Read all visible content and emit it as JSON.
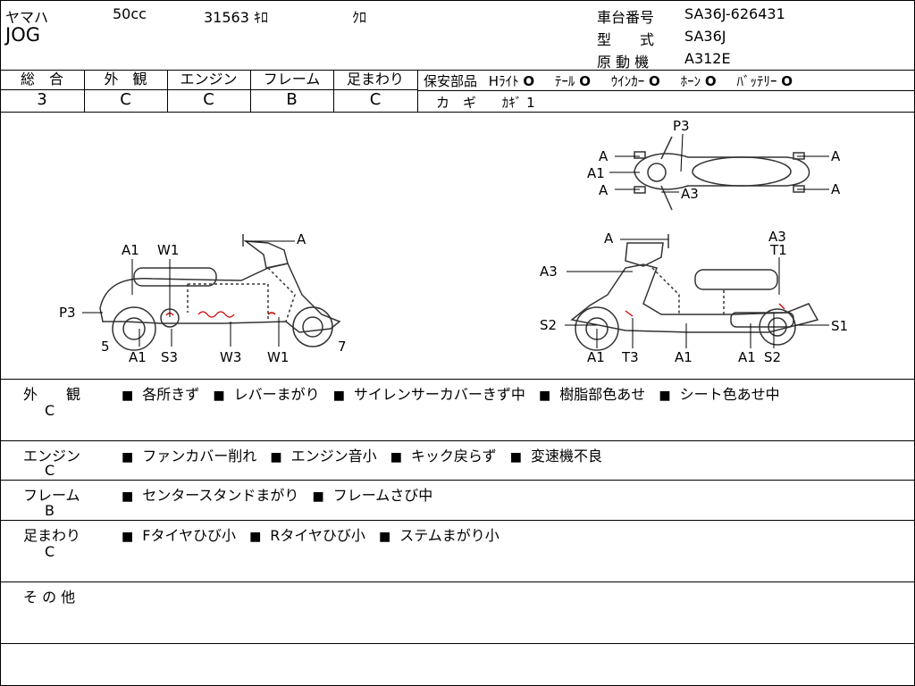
{
  "header": {
    "maker": "ヤマハ",
    "displacement": "50cc",
    "mileage": "31563 ｷﾛ",
    "color": "ｸﾛ",
    "model_name": "JOG",
    "frame_no_label": "車台番号",
    "frame_no": "SA36J-626431",
    "type_label": "型　　式",
    "type_value": "SA36J",
    "engine_label": "原 動 機",
    "engine_value": "A312E"
  },
  "grades": {
    "overall": {
      "label": "総　合",
      "value": "3"
    },
    "exterior": {
      "label": "外　観",
      "value": "C"
    },
    "engine": {
      "label": "エンジン",
      "value": "C"
    },
    "frame": {
      "label": "フレーム",
      "value": "B"
    },
    "suspension": {
      "label": "足まわり",
      "value": "C"
    }
  },
  "safety": {
    "label": "保安部品",
    "items": [
      {
        "name": "Hﾗｲﾄ",
        "mark": "O"
      },
      {
        "name": "ﾃｰﾙ",
        "mark": "O"
      },
      {
        "name": "ｳｲﾝｶｰ",
        "mark": "O"
      },
      {
        "name": "ﾎｰﾝ",
        "mark": "O"
      },
      {
        "name": "ﾊﾞｯﾃﾘｰ",
        "mark": "O"
      }
    ],
    "key_label": "カ　ギ",
    "key_value": "ｶｷﾞ 1"
  },
  "diagram_labels": {
    "left": [
      "A",
      "A1",
      "W1",
      "P3",
      "5",
      "A1",
      "S3",
      "W3",
      "W1",
      "7"
    ],
    "top": [
      "P3",
      "A",
      "A1",
      "A",
      "A3",
      "A",
      "A"
    ],
    "right": [
      "A",
      "A3",
      "T1",
      "A3",
      "S2",
      "S1",
      "A1",
      "T3",
      "A1",
      "A1",
      "S2"
    ]
  },
  "sections": [
    {
      "title": "外　　観",
      "grade": "C",
      "items": [
        "各所きず",
        "レバーまがり",
        "サイレンサーカバーきず中",
        "樹脂部色あせ",
        "シート色あせ中"
      ]
    },
    {
      "title": "エンジン",
      "grade": "C",
      "items": [
        "ファンカバー削れ",
        "エンジン音小",
        "キック戻らず",
        "変速機不良"
      ]
    },
    {
      "title": "フレーム",
      "grade": "B",
      "items": [
        "センタースタンドまがり",
        "フレームさび中"
      ]
    },
    {
      "title": "足まわり",
      "grade": "C",
      "items": [
        "Fタイヤひび小",
        "Rタイヤひび小",
        "ステムまがり小"
      ]
    },
    {
      "title": "そ の 他",
      "grade": "",
      "items": []
    }
  ]
}
